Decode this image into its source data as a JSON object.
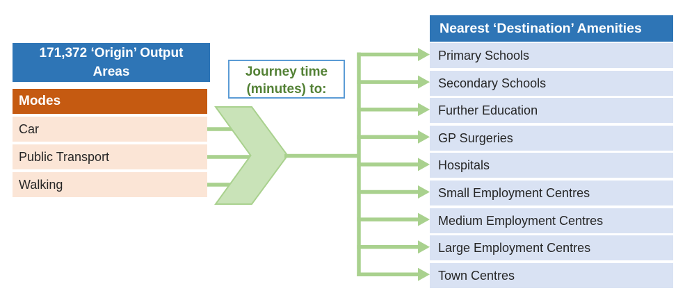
{
  "origin_panel": {
    "header": "171,372 ‘Origin’ Output Areas",
    "modes_header": "Modes",
    "modes": [
      "Car",
      "Public Transport",
      "Walking"
    ]
  },
  "journey_label": {
    "line1": "Journey time",
    "line2": "(minutes) to:"
  },
  "destination_panel": {
    "header": "Nearest ‘Destination’ Amenities",
    "items": [
      "Primary Schools",
      "Secondary Schools",
      "Further Education",
      "GP Surgeries",
      "Hospitals",
      "Small Employment Centres",
      "Medium Employment Centres",
      "Large Employment Centres",
      "Town Centres"
    ]
  },
  "colors": {
    "header_blue": "#2E75B6",
    "modes_orange": "#C55A11",
    "mode_row_peach": "#FBE5D6",
    "dest_row_blue": "#D9E2F3",
    "connector_green": "#A9D18E",
    "chevron_fill": "#C9E3B8",
    "journey_text_green": "#538135",
    "journey_border_blue": "#5B9BD5",
    "row_text": "#262626"
  }
}
